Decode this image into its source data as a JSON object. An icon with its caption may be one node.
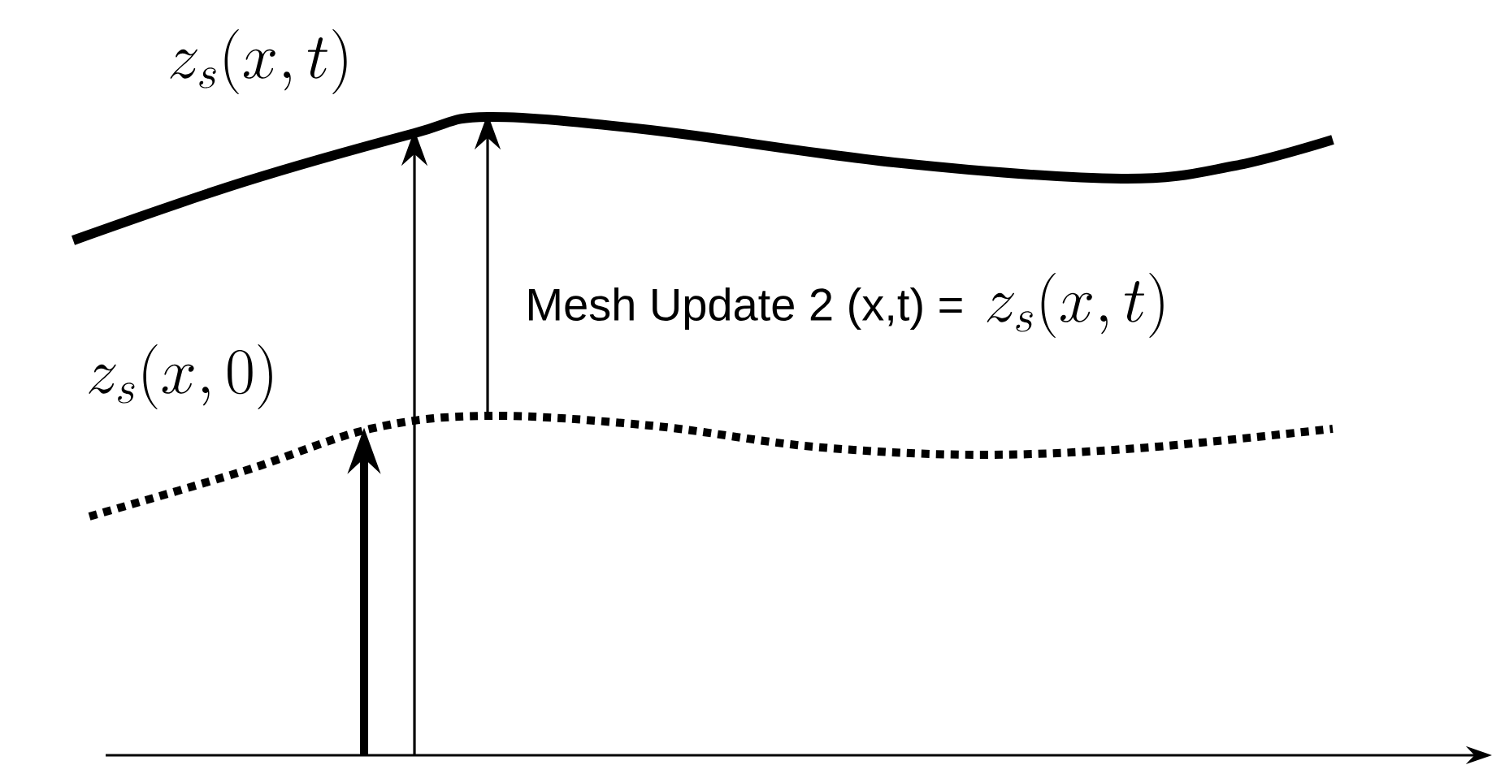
{
  "diagram": {
    "nodes": [
      {
        "text": [
          "z_s(x,t)"
        ]
      },
      {
        "text": [
          "z_s(x,0)"
        ]
      }
    ],
    "edges": [
      {
        "from": null,
        "to": 1,
        "arrow": "to",
        "style": "thick"
      },
      {
        "from": null,
        "to": 0,
        "arrow": "to"
      },
      {
        "from": 1,
        "to": 0,
        "arrow": "to"
      }
    ],
    "labels": [
      "Mesh Update 2 (x,t) =",
      "z_s(x,t)"
    ]
  }
}
